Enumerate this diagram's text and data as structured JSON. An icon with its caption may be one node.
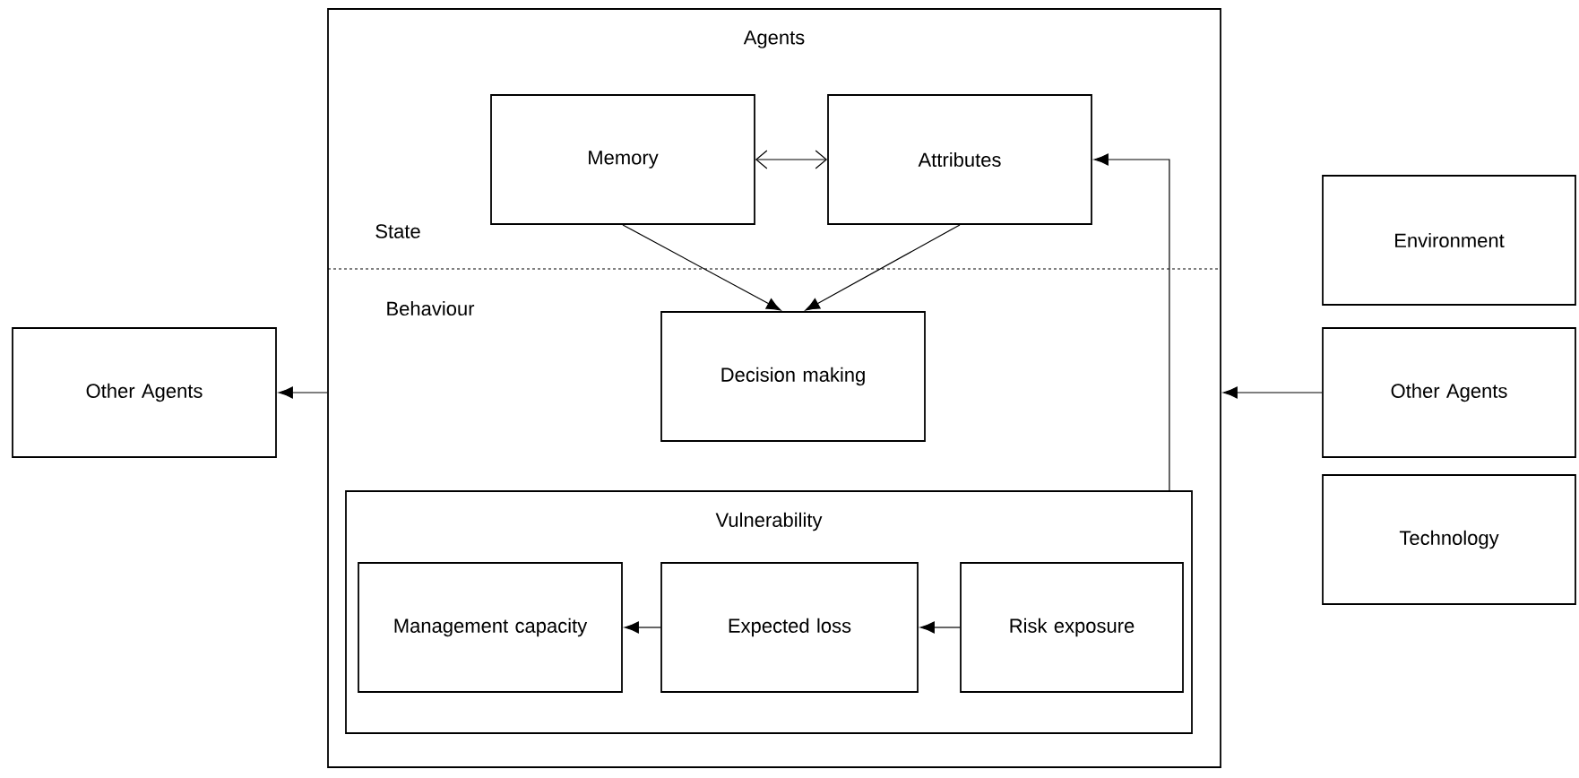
{
  "diagram": {
    "nodes": [
      {
        "text": [
          "Agents"
        ]
      },
      {
        "text": [
          "Memory"
        ],
        "in": 0
      },
      {
        "text": [
          "Attributes"
        ],
        "in": 0
      },
      {
        "text": [
          "Decision making"
        ],
        "in": 0
      },
      {
        "text": [
          "Vulnerability"
        ],
        "in": 0
      },
      {
        "text": [
          "Management capacity"
        ],
        "in": 4
      },
      {
        "text": [
          "Expected loss"
        ],
        "in": 4
      },
      {
        "text": [
          "Risk exposure"
        ],
        "in": 4
      },
      {
        "text": [
          "Other Agents"
        ]
      },
      {
        "text": [
          "Environment"
        ]
      },
      {
        "text": [
          "Other Agents"
        ]
      },
      {
        "text": [
          "Technology"
        ]
      }
    ],
    "edges": [
      {
        "from": 1,
        "to": 2,
        "arrow": "both"
      },
      {
        "from": 1,
        "to": 3,
        "arrow": "to"
      },
      {
        "from": 2,
        "to": 3,
        "arrow": "to"
      },
      {
        "from": 4,
        "to": 2,
        "arrow": "to"
      },
      {
        "from": 7,
        "to": 6,
        "arrow": "to"
      },
      {
        "from": 6,
        "to": 5,
        "arrow": "to"
      },
      {
        "from": 0,
        "to": 8,
        "arrow": "to"
      },
      {
        "from": 10,
        "to": 0,
        "arrow": "to"
      }
    ],
    "labels": [
      "State",
      "Behaviour"
    ]
  }
}
